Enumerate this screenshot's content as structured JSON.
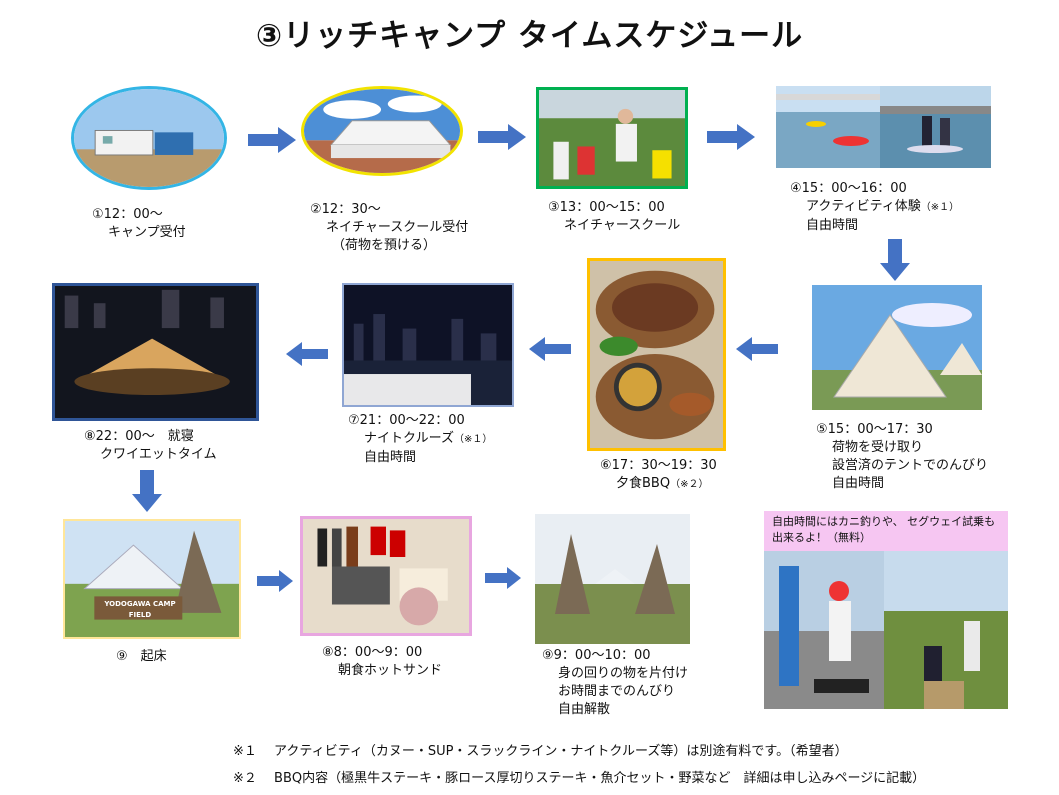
{
  "title": "③リッチキャンプ タイムスケジュール",
  "steps": [
    {
      "lines": [
        "①12：00〜",
        "キャンプ受付"
      ]
    },
    {
      "lines": [
        "②12：30〜",
        "ネイチャースクール受付",
        "（荷物を預ける）"
      ]
    },
    {
      "lines": [
        "③13：00〜15：00",
        "ネイチャースクール"
      ]
    },
    {
      "lines": [
        "④15：00〜16：00",
        "アクティビティ体験",
        "自由時間"
      ],
      "note": "（※１）"
    },
    {
      "lines": [
        "⑤15：00〜17：30",
        "荷物を受け取り",
        "設営済のテントでのんびり",
        "自由時間"
      ]
    },
    {
      "lines": [
        "⑥17：30〜19：30",
        "夕食BBQ"
      ],
      "note": "（※２）"
    },
    {
      "lines": [
        "⑦21：00〜22：00",
        "ナイトクルーズ",
        "自由時間"
      ],
      "note": "（※１）"
    },
    {
      "lines": [
        "⑧22：00〜　就寝",
        "クワイエットタイム"
      ]
    },
    {
      "lines": [
        "⑨　起床"
      ]
    },
    {
      "lines": [
        "⑧8：00〜9：00",
        "朝食ホットサンド"
      ]
    },
    {
      "lines": [
        "⑨9：00〜10：00",
        "身の回りの物を片付け",
        "お時間までのんびり",
        "自由解散"
      ]
    }
  ],
  "camp_sign": [
    "YODOGAWA",
    "CAMP FIELD"
  ],
  "callout": {
    "line1": "自由時間にはカニ釣りや、",
    "line2": "セグウェイ試乗も出来るよ！",
    "note": "（無料）"
  },
  "footnotes": [
    "※１　 アクティビティ（カヌー・SUP・スラックライン・ナイトクルーズ等）は別途有料です。（希望者）",
    "※２　 BBQ内容（極黒牛ステーキ・豚ロース厚切りステーキ・魚介セット・野菜など　詳細は申し込みページに記載）"
  ],
  "colors": {
    "arrow": "#4472c4",
    "border_blue": "#2f5597",
    "border_yellow": "#ffc000",
    "border_green": "#00b050",
    "border_pink": "#e8a6e0",
    "border_cyan": "#33b5e5"
  }
}
